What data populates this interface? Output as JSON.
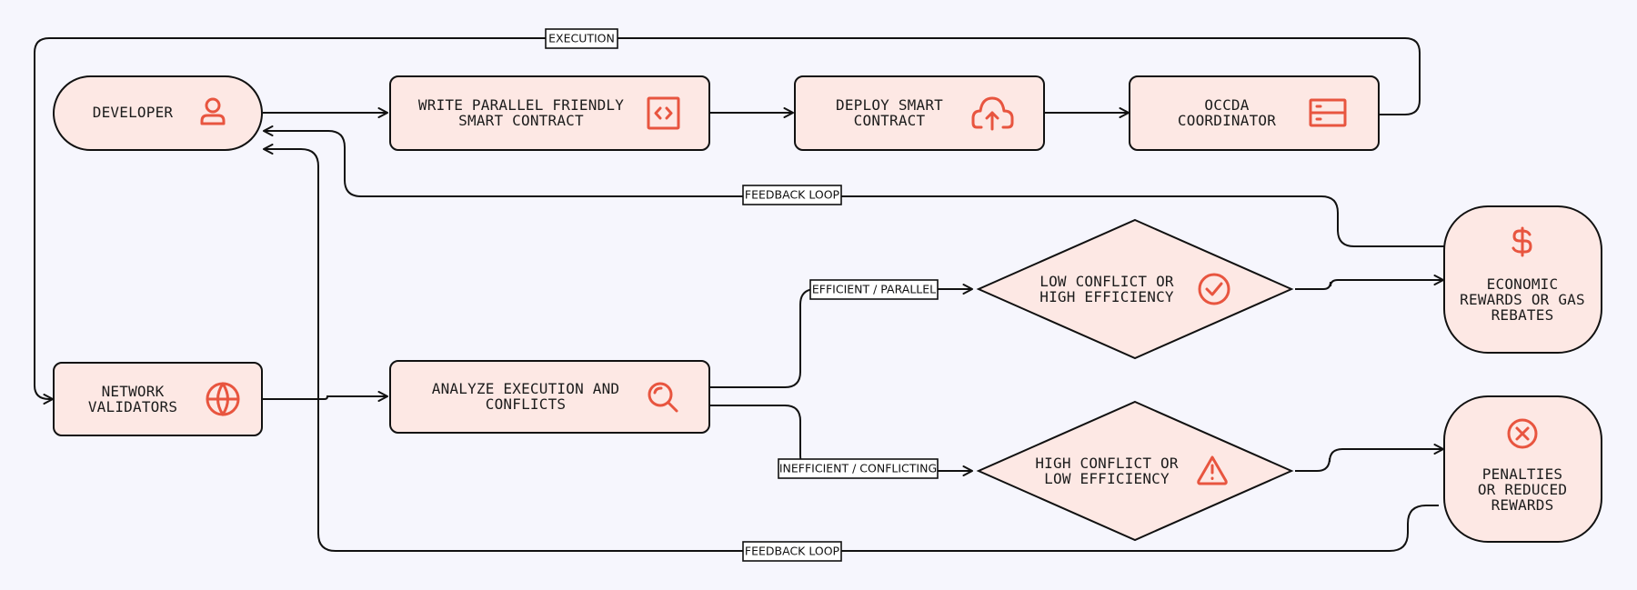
{
  "colors": {
    "background": "#f6f6fd",
    "node_fill": "#fde8e4",
    "stroke": "#111111",
    "accent": "#e8553f"
  },
  "nodes": {
    "developer": {
      "lines": [
        "DEVELOPER"
      ],
      "icon": "user-icon"
    },
    "write_contract": {
      "lines": [
        "WRITE PARALLEL FRIENDLY",
        "SMART CONTRACT"
      ],
      "icon": "code-icon"
    },
    "deploy_contract": {
      "lines": [
        "DEPLOY SMART",
        "CONTRACT"
      ],
      "icon": "cloud-upload-icon"
    },
    "occda_coordinator": {
      "lines": [
        "OCCDA",
        "COORDINATOR"
      ],
      "icon": "server-icon"
    },
    "network_validators": {
      "lines": [
        "NETWORK",
        "VALIDATORS"
      ],
      "icon": "globe-icon"
    },
    "analyze_execution": {
      "lines": [
        "ANALYZE EXECUTION AND",
        "CONFLICTS"
      ],
      "icon": "search-icon"
    },
    "low_conflict": {
      "lines": [
        "LOW CONFLICT OR",
        "HIGH EFFICIENCY"
      ],
      "icon": "check-circle-icon"
    },
    "high_conflict": {
      "lines": [
        "HIGH CONFLICT OR",
        "LOW EFFICIENCY"
      ],
      "icon": "warning-icon"
    },
    "economic_rewards": {
      "lines": [
        "ECONOMIC",
        "REWARDS OR GAS",
        "REBATES"
      ],
      "icon": "dollar-icon"
    },
    "penalties": {
      "lines": [
        "PENALTIES",
        "OR REDUCED",
        "REWARDS"
      ],
      "icon": "x-circle-icon"
    }
  },
  "edge_labels": {
    "execution": "EXECUTION",
    "feedback_loop_top": "FEEDBACK LOOP",
    "efficient_parallel": "EFFICIENT / PARALLEL",
    "inefficient_conflicting": "INEFFICIENT / CONFLICTING",
    "feedback_loop_bottom": "FEEDBACK LOOP"
  }
}
